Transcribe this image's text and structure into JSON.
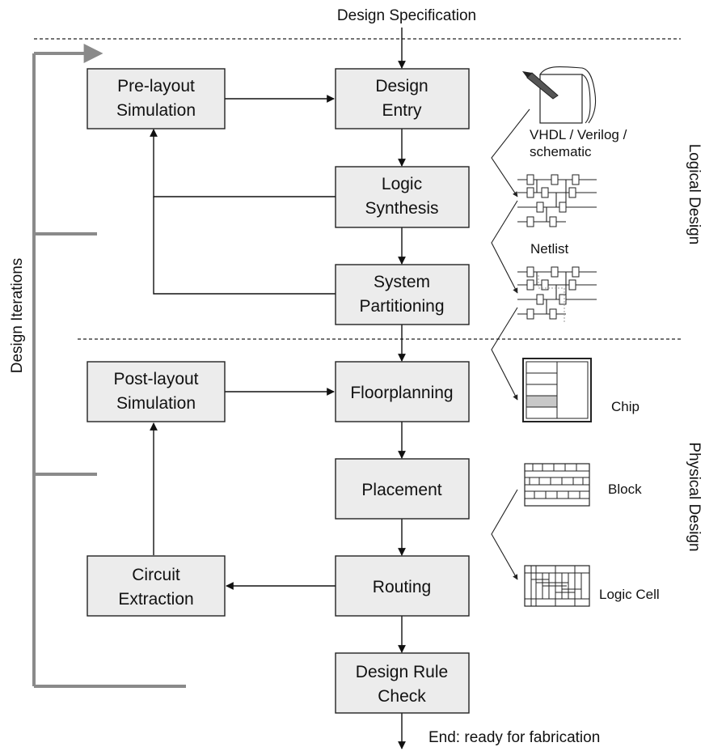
{
  "top_label": "Design Specification",
  "end_label": "End: ready for fabrication",
  "iterations_label": "Design Iterations",
  "logical_design_label": "Logical Design",
  "physical_design_label": "Physical Design",
  "boxes": {
    "design_entry": [
      "Design",
      "Entry"
    ],
    "logic_synthesis": [
      "Logic",
      "Synthesis"
    ],
    "system_partitioning": [
      "System",
      "Partitioning"
    ],
    "pre_layout_simulation": [
      "Pre-layout",
      "Simulation"
    ],
    "floorplanning": [
      "Floorplanning"
    ],
    "placement": [
      "Placement"
    ],
    "routing": [
      "Routing"
    ],
    "design_rule_check": [
      "Design Rule",
      "Check"
    ],
    "post_layout_simulation": [
      "Post-layout",
      "Simulation"
    ],
    "circuit_extraction": [
      "Circuit",
      "Extraction"
    ]
  },
  "annotations": {
    "hdl": [
      "VHDL / Verilog /",
      "schematic"
    ],
    "netlist": "Netlist",
    "chip": "Chip",
    "block": "Block",
    "logic_cell": "Logic Cell"
  },
  "colors": {
    "box_fill": "#ececec",
    "iteration_bracket": "#8a8a8a",
    "line": "#111111"
  }
}
